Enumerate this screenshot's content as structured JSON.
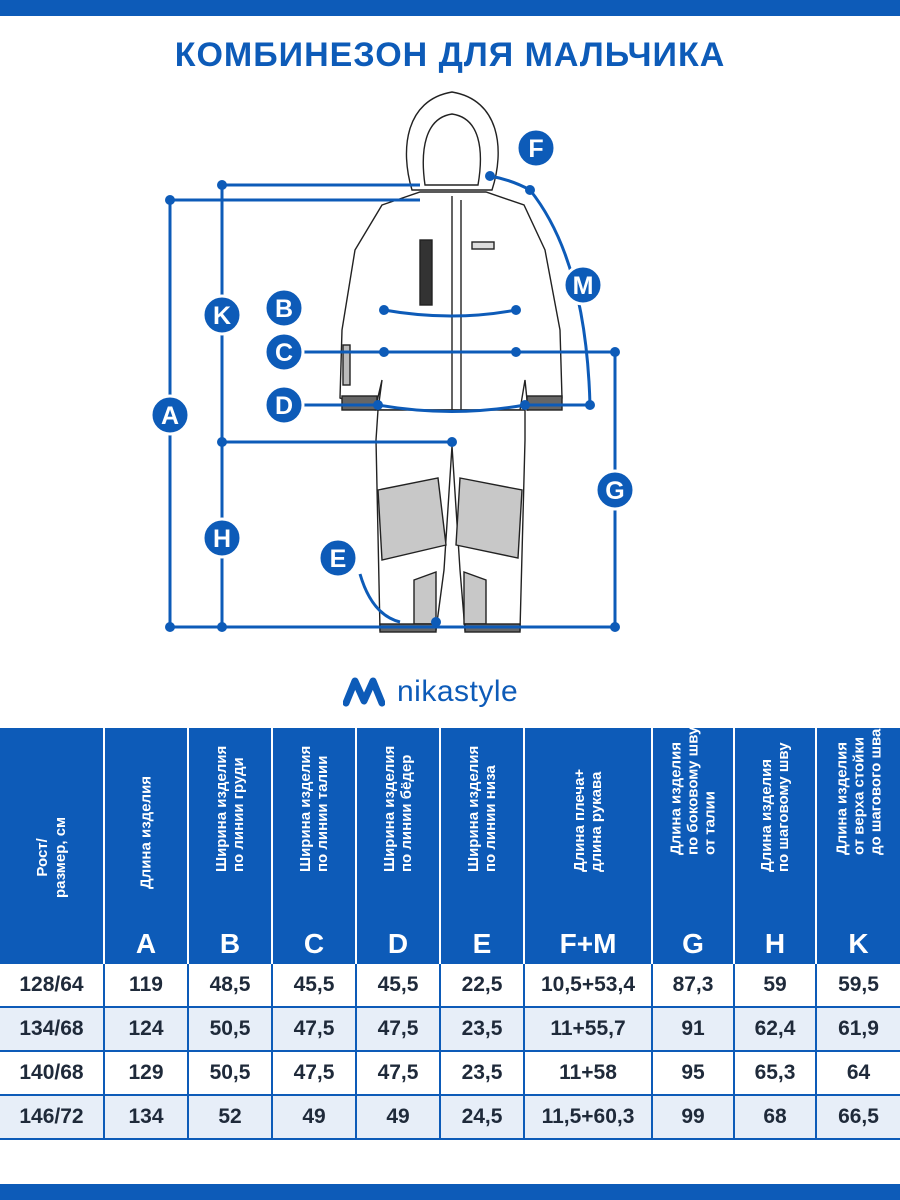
{
  "title": "КОМБИНЕЗОН ДЛЯ МАЛЬЧИКА",
  "brand": {
    "name": "nikastyle",
    "color": "#0d5bb8"
  },
  "markers": [
    "A",
    "B",
    "C",
    "D",
    "E",
    "F",
    "G",
    "H",
    "K",
    "M"
  ],
  "table": {
    "first_header": [
      "Рост/",
      "размер, см"
    ],
    "columns": [
      {
        "letter": "A",
        "label": [
          "Длина изделия"
        ]
      },
      {
        "letter": "B",
        "label": [
          "Ширина изделия",
          "по линии груди"
        ]
      },
      {
        "letter": "C",
        "label": [
          "Ширина изделия",
          "по линии талии"
        ]
      },
      {
        "letter": "D",
        "label": [
          "Ширина изделия",
          "по линии бёдер"
        ]
      },
      {
        "letter": "E",
        "label": [
          "Ширина изделия",
          "по линии низа"
        ]
      },
      {
        "letter": "F+M",
        "label": [
          "Длина плеча+",
          "длина рукава"
        ]
      },
      {
        "letter": "G",
        "label": [
          "Длина изделия",
          "по боковому шву",
          "от талии"
        ]
      },
      {
        "letter": "H",
        "label": [
          "Длина изделия",
          "по шаговому шву"
        ]
      },
      {
        "letter": "K",
        "label": [
          "Длина изделия",
          "от верха стойки",
          "до шагового шва"
        ]
      }
    ],
    "rows": [
      [
        "128/64",
        "119",
        "48,5",
        "45,5",
        "45,5",
        "22,5",
        "10,5+53,4",
        "87,3",
        "59",
        "59,5"
      ],
      [
        "134/68",
        "124",
        "50,5",
        "47,5",
        "47,5",
        "23,5",
        "11+55,7",
        "91",
        "62,4",
        "61,9"
      ],
      [
        "140/68",
        "129",
        "50,5",
        "47,5",
        "47,5",
        "23,5",
        "11+58",
        "95",
        "65,3",
        "64"
      ],
      [
        "146/72",
        "134",
        "52",
        "49",
        "49",
        "24,5",
        "11,5+60,3",
        "99",
        "68",
        "66,5"
      ]
    ]
  }
}
